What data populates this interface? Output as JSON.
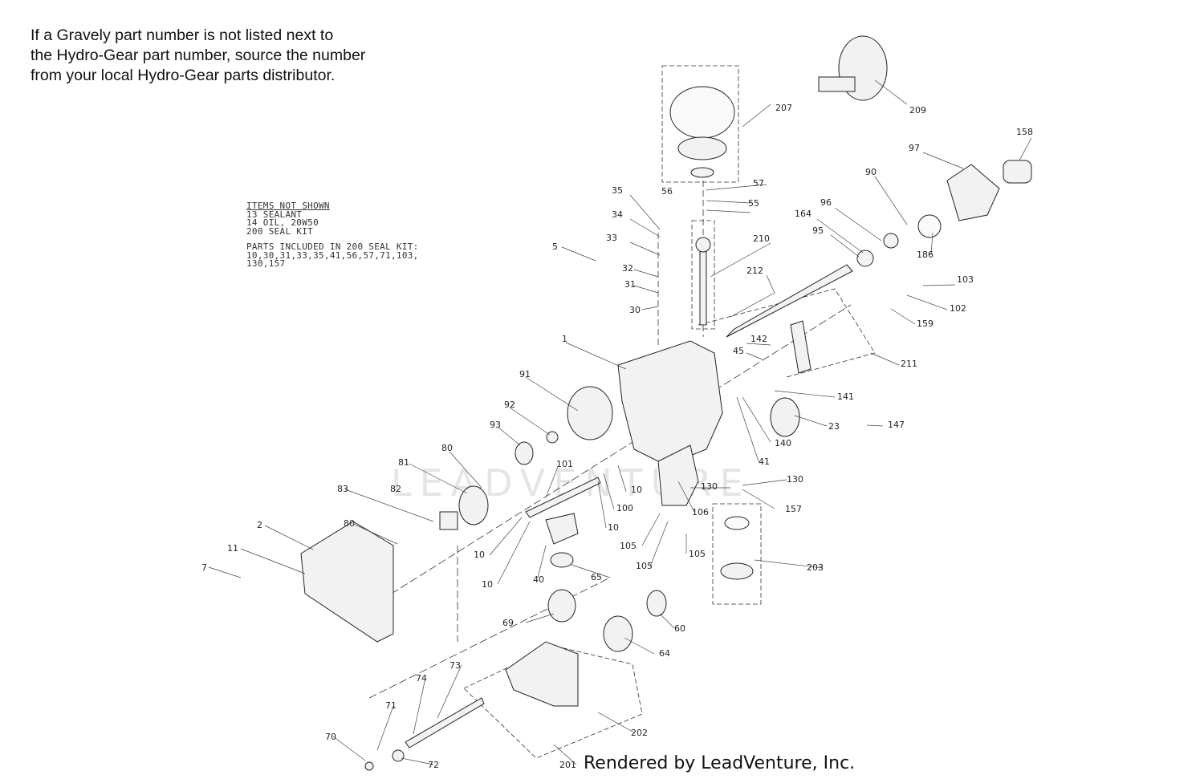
{
  "note": {
    "lines": [
      "If a Gravely part number is not listed next to",
      "the Hydro-Gear part number, source the number",
      "from your local Hydro-Gear parts distributor."
    ]
  },
  "items_not_shown": {
    "heading": "ITEMS NOT SHOWN",
    "lines": [
      "13 SEALANT",
      "14 OIL, 20W50",
      "200 SEAL KIT"
    ],
    "kit_lines": [
      "PARTS INCLUDED IN 200 SEAL KIT:",
      "10,30,31,33,35,41,56,57,71,103,",
      "130,157"
    ]
  },
  "watermark": "LEADVENTURE",
  "footer": "Rendered by LeadVenture, Inc.",
  "callouts": [
    {
      "label": "209"
    },
    {
      "label": "207"
    },
    {
      "label": "158"
    },
    {
      "label": "97"
    },
    {
      "label": "90"
    },
    {
      "label": "57"
    },
    {
      "label": "56"
    },
    {
      "label": "55"
    },
    {
      "label": "35"
    },
    {
      "label": "34"
    },
    {
      "label": "33"
    },
    {
      "label": "96"
    },
    {
      "label": "164"
    },
    {
      "label": "95"
    },
    {
      "label": "186"
    },
    {
      "label": "210"
    },
    {
      "label": "5"
    },
    {
      "label": "32"
    },
    {
      "label": "31"
    },
    {
      "label": "30"
    },
    {
      "label": "212"
    },
    {
      "label": "103"
    },
    {
      "label": "102"
    },
    {
      "label": "159"
    },
    {
      "label": "1"
    },
    {
      "label": "142"
    },
    {
      "label": "45"
    },
    {
      "label": "211"
    },
    {
      "label": "91"
    },
    {
      "label": "141"
    },
    {
      "label": "92"
    },
    {
      "label": "93"
    },
    {
      "label": "23"
    },
    {
      "label": "147"
    },
    {
      "label": "140"
    },
    {
      "label": "80"
    },
    {
      "label": "41"
    },
    {
      "label": "101"
    },
    {
      "label": "81"
    },
    {
      "label": "130"
    },
    {
      "label": "130"
    },
    {
      "label": "83"
    },
    {
      "label": "82"
    },
    {
      "label": "10"
    },
    {
      "label": "157"
    },
    {
      "label": "100"
    },
    {
      "label": "106"
    },
    {
      "label": "2"
    },
    {
      "label": "10"
    },
    {
      "label": "80"
    },
    {
      "label": "11"
    },
    {
      "label": "105"
    },
    {
      "label": "105"
    },
    {
      "label": "10"
    },
    {
      "label": "7"
    },
    {
      "label": "105"
    },
    {
      "label": "203"
    },
    {
      "label": "40"
    },
    {
      "label": "65"
    },
    {
      "label": "10"
    },
    {
      "label": "69"
    },
    {
      "label": "60"
    },
    {
      "label": "64"
    },
    {
      "label": "73"
    },
    {
      "label": "74"
    },
    {
      "label": "71"
    },
    {
      "label": "202"
    },
    {
      "label": "70"
    },
    {
      "label": "72"
    },
    {
      "label": "201"
    }
  ]
}
